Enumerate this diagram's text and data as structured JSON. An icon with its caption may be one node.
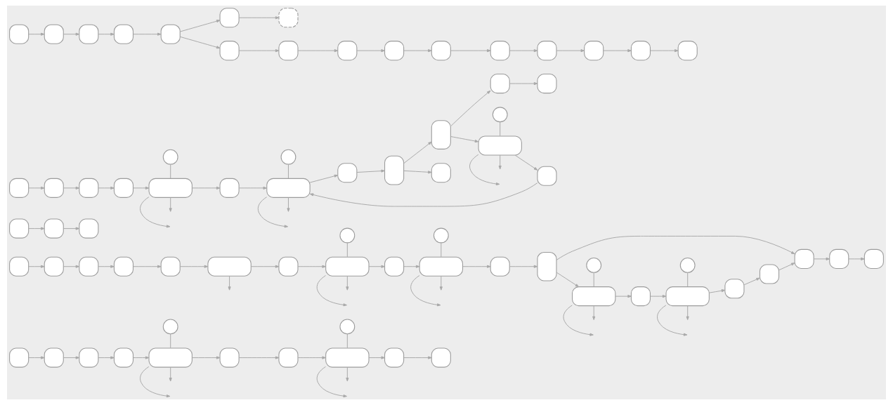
{
  "diagram": {
    "nodes": [
      {
        "text": [],
        "shape": "box"
      },
      {
        "text": [],
        "shape": "box"
      },
      {
        "text": [],
        "shape": "box"
      },
      {
        "text": [],
        "shape": "box"
      },
      {
        "text": [],
        "shape": "box"
      },
      {
        "text": [],
        "shape": "circle"
      },
      {
        "text": [],
        "shape": "box"
      },
      {
        "text": [],
        "shape": "box"
      },
      {
        "text": [],
        "shape": "box"
      },
      {
        "text": [],
        "shape": "circle"
      },
      {
        "text": [],
        "shape": "box"
      },
      {
        "text": [],
        "shape": "box"
      },
      {
        "text": [],
        "shape": "box"
      },
      {
        "text": [],
        "shape": "box"
      },
      {
        "text": [],
        "shape": "box"
      },
      {
        "text": [],
        "shape": "box"
      },
      {
        "text": [],
        "shape": "box"
      },
      {
        "text": [],
        "shape": "box"
      },
      {
        "text": [],
        "shape": "box"
      },
      {
        "text": [],
        "shape": "box"
      },
      {
        "text": [],
        "shape": "circle"
      },
      {
        "text": [],
        "shape": "box"
      },
      {
        "text": [],
        "shape": "box"
      },
      {
        "text": [],
        "shape": "circle"
      },
      {
        "text": [],
        "shape": "box"
      },
      {
        "text": [],
        "shape": "box"
      },
      {
        "text": [],
        "shape": "box"
      },
      {
        "text": [],
        "shape": "box"
      },
      {
        "text": [],
        "shape": "circle"
      },
      {
        "text": [],
        "shape": "box"
      },
      {
        "text": [],
        "shape": "box"
      },
      {
        "text": [],
        "shape": "circle"
      },
      {
        "text": [],
        "shape": "box"
      },
      {
        "text": [],
        "shape": "box"
      },
      {
        "text": [],
        "shape": "box"
      },
      {
        "text": [],
        "shape": "box"
      },
      {
        "text": [],
        "shape": "box"
      },
      {
        "text": [],
        "shape": "box"
      },
      {
        "text": [],
        "shape": "box"
      },
      {
        "text": [],
        "shape": "box"
      },
      {
        "text": [],
        "shape": "box"
      },
      {
        "text": [],
        "shape": "box"
      },
      {
        "text": [],
        "shape": "box"
      },
      {
        "text": [],
        "shape": "box"
      },
      {
        "text": [],
        "shape": "circle"
      },
      {
        "text": [],
        "shape": "box"
      },
      {
        "text": [],
        "shape": "box"
      },
      {
        "text": [],
        "shape": "circle"
      },
      {
        "text": [],
        "shape": "box"
      },
      {
        "text": [],
        "shape": "box"
      },
      {
        "text": [],
        "shape": "box"
      },
      {
        "text": [],
        "shape": "box"
      },
      {
        "text": [],
        "shape": "box"
      },
      {
        "text": [],
        "shape": "circle"
      },
      {
        "text": [],
        "shape": "box"
      },
      {
        "text": [],
        "shape": "box"
      },
      {
        "text": [],
        "shape": "box"
      },
      {
        "text": [],
        "shape": "box"
      },
      {
        "text": [],
        "shape": "box"
      },
      {
        "text": [],
        "shape": "box"
      },
      {
        "text": [],
        "shape": "box"
      },
      {
        "text": [],
        "shape": "box"
      },
      {
        "text": [],
        "shape": "box"
      },
      {
        "text": [],
        "shape": "box"
      },
      {
        "text": [],
        "shape": "box"
      },
      {
        "text": [],
        "shape": "box"
      },
      {
        "text": [],
        "shape": "box"
      },
      {
        "text": [],
        "shape": "box"
      },
      {
        "text": [],
        "shape": "box"
      },
      {
        "text": [],
        "shape": "box"
      },
      {
        "text": [],
        "shape": "box"
      },
      {
        "text": [],
        "shape": "box"
      },
      {
        "text": [],
        "shape": "box"
      },
      {
        "text": [],
        "shape": "box"
      }
    ],
    "edges": [
      {
        "from": 0,
        "to": 1,
        "arrow": "to"
      },
      {
        "from": 1,
        "to": 2,
        "arrow": "to"
      },
      {
        "from": 2,
        "to": 3,
        "arrow": "to"
      },
      {
        "from": 3,
        "to": 4,
        "arrow": "to"
      },
      {
        "from": 5,
        "to": 4,
        "arrow": "none"
      },
      {
        "from": 4,
        "to": null,
        "arrow": "to"
      },
      {
        "from": 4,
        "to": null,
        "arrow": "to"
      },
      {
        "from": 4,
        "to": 6,
        "arrow": "to"
      },
      {
        "from": 6,
        "to": 7,
        "arrow": "to"
      },
      {
        "from": 7,
        "to": 8,
        "arrow": "to"
      },
      {
        "from": 9,
        "to": 8,
        "arrow": "none"
      },
      {
        "from": 8,
        "to": null,
        "arrow": "to"
      },
      {
        "from": 8,
        "to": null,
        "arrow": "to"
      },
      {
        "from": 8,
        "to": 10,
        "arrow": "to"
      },
      {
        "from": 10,
        "to": 11,
        "arrow": "to"
      },
      {
        "from": 12,
        "to": 13,
        "arrow": "to"
      },
      {
        "from": 13,
        "to": 14,
        "arrow": "to"
      },
      {
        "from": 14,
        "to": 15,
        "arrow": "to"
      },
      {
        "from": 15,
        "to": 16,
        "arrow": "to"
      },
      {
        "from": 16,
        "to": 17,
        "arrow": "to"
      },
      {
        "from": 17,
        "to": null,
        "arrow": "to"
      },
      {
        "from": 17,
        "to": 18,
        "arrow": "to"
      },
      {
        "from": 18,
        "to": 19,
        "arrow": "to"
      },
      {
        "from": 20,
        "to": 19,
        "arrow": "none"
      },
      {
        "from": 19,
        "to": null,
        "arrow": "to"
      },
      {
        "from": 19,
        "to": null,
        "arrow": "to"
      },
      {
        "from": 19,
        "to": 21,
        "arrow": "to"
      },
      {
        "from": 21,
        "to": 22,
        "arrow": "to"
      },
      {
        "from": 23,
        "to": 22,
        "arrow": "none"
      },
      {
        "from": 22,
        "to": null,
        "arrow": "to"
      },
      {
        "from": 22,
        "to": null,
        "arrow": "to"
      },
      {
        "from": 22,
        "to": 24,
        "arrow": "to"
      },
      {
        "from": 24,
        "to": 25,
        "arrow": "to"
      },
      {
        "from": 25,
        "to": 26,
        "arrow": "to"
      },
      {
        "from": 25,
        "to": 27,
        "arrow": "to"
      },
      {
        "from": 28,
        "to": 27,
        "arrow": "none"
      },
      {
        "from": 27,
        "to": null,
        "arrow": "to"
      },
      {
        "from": 27,
        "to": null,
        "arrow": "to"
      },
      {
        "from": 27,
        "to": 29,
        "arrow": "to"
      },
      {
        "from": 29,
        "to": 30,
        "arrow": "to"
      },
      {
        "from": 31,
        "to": 30,
        "arrow": "none"
      },
      {
        "from": 30,
        "to": null,
        "arrow": "to"
      },
      {
        "from": 30,
        "to": null,
        "arrow": "to"
      },
      {
        "from": 30,
        "to": 32,
        "arrow": "to"
      },
      {
        "from": 32,
        "to": 33,
        "arrow": "to"
      },
      {
        "from": 33,
        "to": 26,
        "arrow": "to"
      },
      {
        "from": 26,
        "to": 34,
        "arrow": "to"
      },
      {
        "from": 34,
        "to": 35,
        "arrow": "to"
      },
      {
        "from": 36,
        "to": 37,
        "arrow": "to"
      },
      {
        "from": 37,
        "to": 38,
        "arrow": "to"
      },
      {
        "from": 39,
        "to": 40,
        "arrow": "to"
      },
      {
        "from": 40,
        "to": 41,
        "arrow": "to"
      },
      {
        "from": 41,
        "to": 42,
        "arrow": "to"
      },
      {
        "from": 42,
        "to": 43,
        "arrow": "to"
      },
      {
        "from": 44,
        "to": 43,
        "arrow": "none"
      },
      {
        "from": 43,
        "to": null,
        "arrow": "to"
      },
      {
        "from": 43,
        "to": null,
        "arrow": "to"
      },
      {
        "from": 43,
        "to": 45,
        "arrow": "to"
      },
      {
        "from": 45,
        "to": 46,
        "arrow": "to"
      },
      {
        "from": 47,
        "to": 46,
        "arrow": "none"
      },
      {
        "from": 46,
        "to": null,
        "arrow": "to"
      },
      {
        "from": 46,
        "to": null,
        "arrow": "to"
      },
      {
        "from": 46,
        "to": 48,
        "arrow": "to"
      },
      {
        "from": 48,
        "to": 49,
        "arrow": "to"
      },
      {
        "from": 49,
        "to": 50,
        "arrow": "to"
      },
      {
        "from": 49,
        "to": 51,
        "arrow": "to"
      },
      {
        "from": 51,
        "to": 52,
        "arrow": "to"
      },
      {
        "from": 53,
        "to": 52,
        "arrow": "none"
      },
      {
        "from": 52,
        "to": null,
        "arrow": "to"
      },
      {
        "from": 52,
        "to": null,
        "arrow": "to"
      },
      {
        "from": 52,
        "to": 54,
        "arrow": "to"
      },
      {
        "from": 54,
        "to": 46,
        "arrow": "to"
      },
      {
        "from": 51,
        "to": 55,
        "arrow": "to"
      },
      {
        "from": 55,
        "to": 56,
        "arrow": "to"
      },
      {
        "from": 58,
        "to": 59,
        "arrow": "to"
      },
      {
        "from": 59,
        "to": 60,
        "arrow": "to"
      },
      {
        "from": 60,
        "to": 61,
        "arrow": "to"
      },
      {
        "from": 61,
        "to": 62,
        "arrow": "to"
      },
      {
        "from": 62,
        "to": 63,
        "arrow": "to"
      },
      {
        "from": 63,
        "to": 57,
        "arrow": "to"
      },
      {
        "from": 62,
        "to": 64,
        "arrow": "to"
      },
      {
        "from": 64,
        "to": 65,
        "arrow": "to"
      },
      {
        "from": 65,
        "to": 66,
        "arrow": "to"
      },
      {
        "from": 66,
        "to": 67,
        "arrow": "to"
      },
      {
        "from": 67,
        "to": 68,
        "arrow": "to"
      },
      {
        "from": 68,
        "to": 69,
        "arrow": "to"
      },
      {
        "from": 69,
        "to": 70,
        "arrow": "to"
      },
      {
        "from": 70,
        "to": 71,
        "arrow": "to"
      },
      {
        "from": 71,
        "to": 72,
        "arrow": "to"
      },
      {
        "from": 72,
        "to": 73,
        "arrow": "to"
      }
    ]
  }
}
